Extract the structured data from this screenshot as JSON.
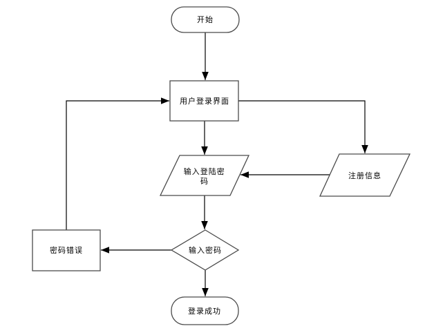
{
  "diagram": {
    "type": "flowchart",
    "background": "#ffffff",
    "shape_stroke_color": "#4a4a4a",
    "line_color": "#000000",
    "text_color": "#000000",
    "nodes": {
      "start": {
        "type": "terminator",
        "label": "开始"
      },
      "login_ui": {
        "type": "process",
        "label": "用户登录界面"
      },
      "enter_login_password": {
        "type": "input-output",
        "label": "输入登陆密码",
        "line1": "输入登陆密",
        "line2": "码"
      },
      "register_info": {
        "type": "input-output",
        "label": "注册信息"
      },
      "password_decision": {
        "type": "decision",
        "label": "输入密码"
      },
      "password_error": {
        "type": "process",
        "label": "密码错误"
      },
      "login_success": {
        "type": "terminator",
        "label": "登录成功"
      }
    },
    "edges": [
      {
        "from": "start",
        "to": "login_ui"
      },
      {
        "from": "login_ui",
        "to": "enter_login_password"
      },
      {
        "from": "login_ui",
        "to": "register_info"
      },
      {
        "from": "register_info",
        "to": "enter_login_password"
      },
      {
        "from": "enter_login_password",
        "to": "password_decision"
      },
      {
        "from": "password_decision",
        "to": "password_error"
      },
      {
        "from": "password_error",
        "to": "login_ui"
      },
      {
        "from": "password_decision",
        "to": "login_success"
      }
    ]
  }
}
